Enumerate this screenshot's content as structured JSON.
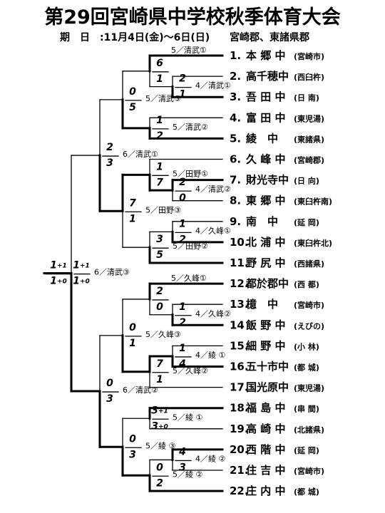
{
  "title": "第29回宮崎県中学校秋季体育大会",
  "period_label": "期　日",
  "period_dates": ":11月4日(金)～6日(日)",
  "location": "宮崎郡、東諸県郡",
  "teams": [
    {
      "no": "1.",
      "name": "本 郷 中",
      "pref": "(宮崎市)"
    },
    {
      "no": "2.",
      "name": "高千穂中",
      "pref": "(西臼杵)"
    },
    {
      "no": "3.",
      "name": "吾 田 中",
      "pref": "(日 南)"
    },
    {
      "no": "4.",
      "name": "富 田 中",
      "pref": "(東児湯)"
    },
    {
      "no": "5.",
      "name": "綾　中",
      "pref": "(東諸県)"
    },
    {
      "no": "6.",
      "name": "久 峰 中",
      "pref": "(宮崎郡)"
    },
    {
      "no": "7.",
      "name": "財光寺中",
      "pref": "(日 向)"
    },
    {
      "no": "8.",
      "name": "東 郷 中",
      "pref": "(東臼杵南)"
    },
    {
      "no": "9.",
      "name": "南　中",
      "pref": "(延 岡)"
    },
    {
      "no": "10.",
      "name": "北 浦 中",
      "pref": "(東臼杵北)"
    },
    {
      "no": "11.",
      "name": "野 尻 中",
      "pref": "(西諸県)"
    },
    {
      "no": "12.",
      "name": "都於郡中",
      "pref": "(西 都)"
    },
    {
      "no": "13.",
      "name": "檍　中",
      "pref": "(宮崎市)"
    },
    {
      "no": "14",
      "name": "飯 野 中",
      "pref": "(えびの)"
    },
    {
      "no": "15.",
      "name": "細 野 中",
      "pref": "(小 林)"
    },
    {
      "no": "16.",
      "name": "五十市中",
      "pref": "(都 城)"
    },
    {
      "no": "17.",
      "name": "国光原中",
      "pref": "(東児湯)"
    },
    {
      "no": "18.",
      "name": "福 島 中",
      "pref": "(串 間)"
    },
    {
      "no": "19.",
      "name": "高 崎 中",
      "pref": "(北諸県)"
    },
    {
      "no": "20.",
      "name": "西 階 中",
      "pref": "(延 岡)"
    },
    {
      "no": "21.",
      "name": "住 吉 中",
      "pref": "(宮崎市)"
    },
    {
      "no": "22.",
      "name": "庄 内 中",
      "pref": "(都 城)"
    }
  ],
  "matches": [
    {
      "id": "m2_3",
      "venue": "4／清武①",
      "top": "2",
      "bottom": "1"
    },
    {
      "id": "m1_23",
      "venue": "5／清武①",
      "top": "6",
      "bottom": "1"
    },
    {
      "id": "m4_5",
      "venue": "5／清武②",
      "top": "1",
      "bottom": "2"
    },
    {
      "id": "m123_45",
      "venue": "5／清武③",
      "top": "0",
      "bottom": "5"
    },
    {
      "id": "m7_8",
      "venue": "4／清武②",
      "top": "2",
      "bottom": "0"
    },
    {
      "id": "m6_78",
      "venue": "5／田野①",
      "top": "1",
      "bottom": "7"
    },
    {
      "id": "m9_10",
      "venue": "4／久峰①",
      "top": "1",
      "bottom": "2"
    },
    {
      "id": "m910_11",
      "venue": "5／田野②",
      "top": "3",
      "bottom": "5"
    },
    {
      "id": "mA_B",
      "venue": "5／田野③",
      "top": "7",
      "bottom": "1"
    },
    {
      "id": "mtopSF",
      "venue": "6／清武①",
      "top": "2",
      "bottom": "3"
    },
    {
      "id": "m13_14",
      "venue": "4／久峰②",
      "top": "1",
      "bottom": "2"
    },
    {
      "id": "m12_1314",
      "venue": "5／久峰①",
      "top": "2",
      "bottom": "0"
    },
    {
      "id": "m15_16",
      "venue": "4／綾 ①",
      "top": "1",
      "bottom": "4"
    },
    {
      "id": "m1516_17",
      "venue": "5／久峰②",
      "top": "7",
      "bottom": "1"
    },
    {
      "id": "mC_D",
      "venue": "5／久峰③",
      "top": "0",
      "bottom": "1"
    },
    {
      "id": "m18_19",
      "venue": "5／綾 ①",
      "top": "3",
      "top_sup": "+1",
      "bottom": "3",
      "bottom_sup": "+0"
    },
    {
      "id": "m20_21",
      "venue": "4／綾 ②",
      "top": "4",
      "bottom": "3"
    },
    {
      "id": "m2021_22",
      "venue": "5／綾 ②",
      "top": "0",
      "bottom": "2"
    },
    {
      "id": "mE_F",
      "venue": "5／綾 ③",
      "top": "0",
      "bottom": "3"
    },
    {
      "id": "mbotSF",
      "venue": "6／清武②",
      "top": "0",
      "bottom": "3"
    },
    {
      "id": "final",
      "venue": "6／清武③",
      "top": "1",
      "top_sup": "+1",
      "bottom": "1",
      "bottom_sup": "+0"
    }
  ]
}
